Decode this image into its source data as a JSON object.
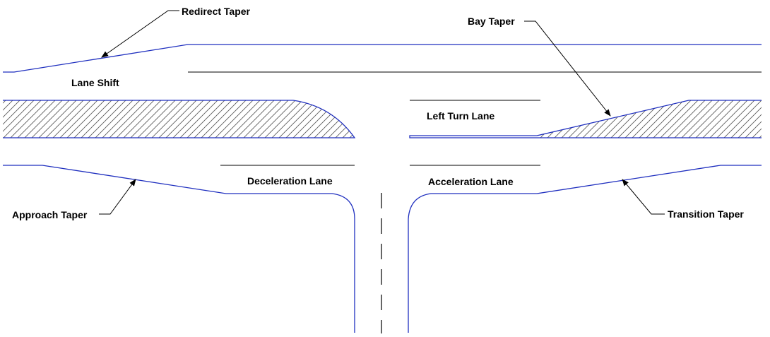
{
  "colors": {
    "road_line": "#1f2fbf",
    "lane_line": "#000000",
    "hatch": "#555555",
    "leader": "#000000",
    "background": "#ffffff"
  },
  "labels": {
    "redirect_taper": "Redirect Taper",
    "bay_taper": "Bay Taper",
    "lane_shift": "Lane Shift",
    "left_turn_lane": "Left Turn Lane",
    "deceleration_lane": "Deceleration Lane",
    "acceleration_lane": "Acceleration Lane",
    "approach_taper": "Approach Taper",
    "transition_taper": "Transition Taper"
  }
}
